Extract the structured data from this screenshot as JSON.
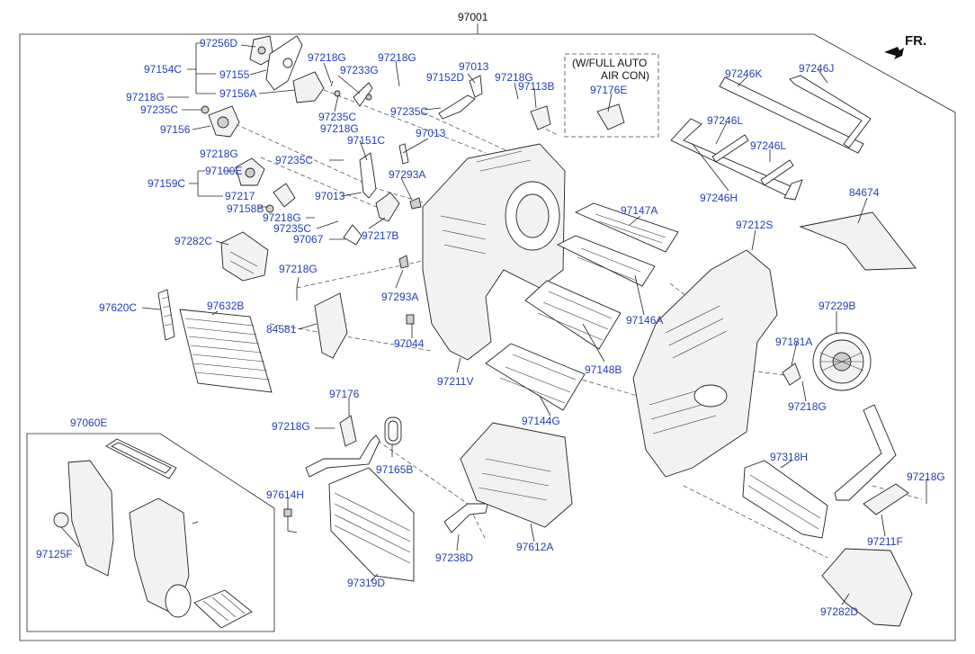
{
  "title_number": "97001",
  "front_indicator": "FR.",
  "note_box": {
    "line1": "(W/FULL AUTO",
    "line2": "AIR CON)",
    "part": "97176E"
  },
  "sub_box_label": "97060E",
  "labels": [
    {
      "id": "97256D",
      "text": "97256D"
    },
    {
      "id": "97154C",
      "text": "97154C"
    },
    {
      "id": "97155",
      "text": "97155"
    },
    {
      "id": "97156A",
      "text": "97156A"
    },
    {
      "id": "97218G_a",
      "text": "97218G"
    },
    {
      "id": "97235C_a",
      "text": "97235C"
    },
    {
      "id": "97156",
      "text": "97156"
    },
    {
      "id": "97218G_b",
      "text": "97218G"
    },
    {
      "id": "97233G",
      "text": "97233G"
    },
    {
      "id": "97235C_b",
      "text": "97235C"
    },
    {
      "id": "97218G_c",
      "text": "97218G"
    },
    {
      "id": "97218G_d",
      "text": "97218G"
    },
    {
      "id": "97152D",
      "text": "97152D"
    },
    {
      "id": "97013_a",
      "text": "97013"
    },
    {
      "id": "97235C_c",
      "text": "97235C"
    },
    {
      "id": "97218G_e",
      "text": "97218G"
    },
    {
      "id": "97113B",
      "text": "97113B"
    },
    {
      "id": "97151C",
      "text": "97151C"
    },
    {
      "id": "97013_b",
      "text": "97013"
    },
    {
      "id": "97218G_f",
      "text": "97218G"
    },
    {
      "id": "97235C_d",
      "text": "97235C"
    },
    {
      "id": "97100E",
      "text": "97100E"
    },
    {
      "id": "97293A_a",
      "text": "97293A"
    },
    {
      "id": "97159C",
      "text": "97159C"
    },
    {
      "id": "97217",
      "text": "97217"
    },
    {
      "id": "97013_c",
      "text": "97013"
    },
    {
      "id": "97158B",
      "text": "97158B"
    },
    {
      "id": "97218G_g",
      "text": "97218G"
    },
    {
      "id": "97235C_e",
      "text": "97235C"
    },
    {
      "id": "97217B",
      "text": "97217B"
    },
    {
      "id": "97067",
      "text": "97067"
    },
    {
      "id": "97282C",
      "text": "97282C"
    },
    {
      "id": "97218G_h",
      "text": "97218G"
    },
    {
      "id": "97620C",
      "text": "97620C"
    },
    {
      "id": "97632B",
      "text": "97632B"
    },
    {
      "id": "97293A_b",
      "text": "97293A"
    },
    {
      "id": "84581",
      "text": "84581"
    },
    {
      "id": "97044",
      "text": "97044"
    },
    {
      "id": "97211V",
      "text": "97211V"
    },
    {
      "id": "97147A",
      "text": "97147A"
    },
    {
      "id": "97146A",
      "text": "97146A"
    },
    {
      "id": "97148B",
      "text": "97148B"
    },
    {
      "id": "97144G",
      "text": "97144G"
    },
    {
      "id": "97246K",
      "text": "97246K"
    },
    {
      "id": "97246J",
      "text": "97246J"
    },
    {
      "id": "97246L_a",
      "text": "97246L"
    },
    {
      "id": "97246L_b",
      "text": "97246L"
    },
    {
      "id": "97246H",
      "text": "97246H"
    },
    {
      "id": "84674",
      "text": "84674"
    },
    {
      "id": "97212S",
      "text": "97212S"
    },
    {
      "id": "97229B",
      "text": "97229B"
    },
    {
      "id": "97181A",
      "text": "97181A"
    },
    {
      "id": "97218G_i",
      "text": "97218G"
    },
    {
      "id": "97176",
      "text": "97176"
    },
    {
      "id": "97218G_j",
      "text": "97218G"
    },
    {
      "id": "97165B",
      "text": "97165B"
    },
    {
      "id": "97614H",
      "text": "97614H"
    },
    {
      "id": "97319D",
      "text": "97319D"
    },
    {
      "id": "97238D",
      "text": "97238D"
    },
    {
      "id": "97612A",
      "text": "97612A"
    },
    {
      "id": "97318H",
      "text": "97318H"
    },
    {
      "id": "97218G_k",
      "text": "97218G"
    },
    {
      "id": "97211F",
      "text": "97211F"
    },
    {
      "id": "97282D",
      "text": "97282D"
    },
    {
      "id": "97125F",
      "text": "97125F"
    }
  ],
  "colors": {
    "label": "#2440b8",
    "line": "#222222",
    "background": "#ffffff"
  }
}
